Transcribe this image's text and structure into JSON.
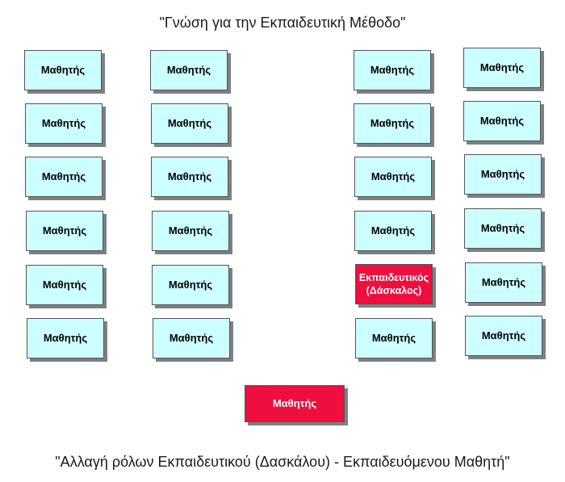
{
  "title_top": "\"Γνώση για την Εκπαιδευτική Μέθοδο\"",
  "title_bottom": "\"Αλλαγή ρόλων Εκπαιδευτικού (Δασκάλου) - Εκπαιδευόμενου Μαθητή\"",
  "student_label": "Μαθητής",
  "teacher_label": "Εκπαιδευτικός\n(Δάσκαλος)",
  "center_student_label": "Μαθητής",
  "colors": {
    "student_fill": "#ccffff",
    "highlight_fill": "#ee0f3e",
    "shadow": "#7f7f7f"
  },
  "grid": {
    "rows": 6,
    "columns": 4,
    "teacher_position": {
      "row": 5,
      "column": 3
    }
  }
}
